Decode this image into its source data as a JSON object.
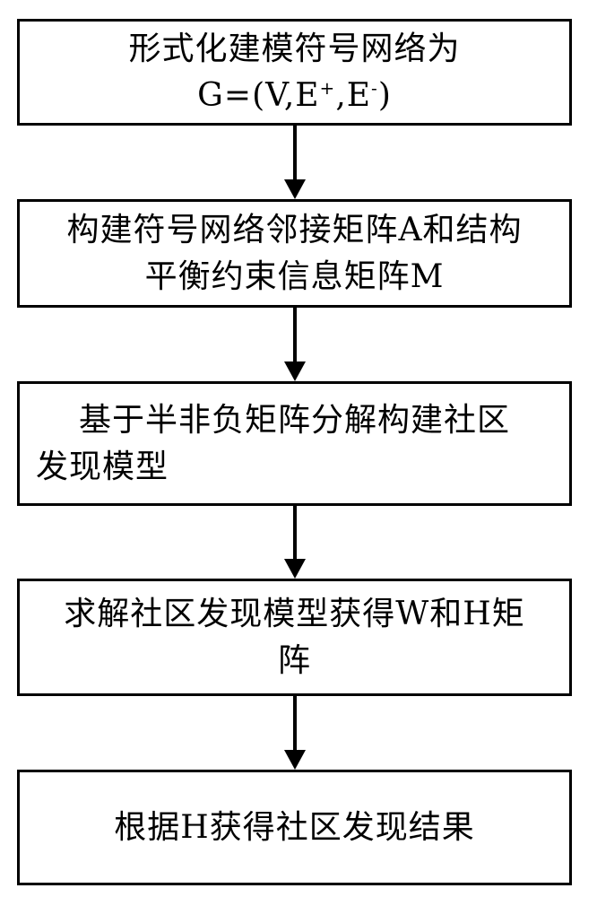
{
  "steps": [
    {
      "line1": "形式化建模符号网络为",
      "formula_prefix": "G=(V,E",
      "sup1": "+",
      "formula_mid": ",E",
      "sup2": "-",
      "formula_suffix": ")"
    },
    {
      "line1": "构建符号网络邻接矩阵A和结构",
      "line2": "平衡约束信息矩阵M"
    },
    {
      "line1": "基于半非负矩阵分解构建社区",
      "line2": "发现模型"
    },
    {
      "line1": "求解社区发现模型获得W和H矩",
      "line2": "阵"
    },
    {
      "line1": "根据H获得社区发现结果"
    }
  ]
}
